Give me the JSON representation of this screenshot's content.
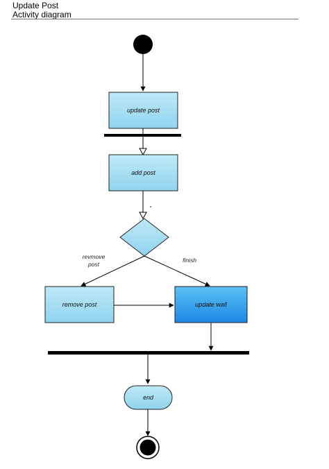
{
  "header": {
    "title": "Update Post",
    "subtitle": "Activity diagram"
  },
  "diagram": {
    "nodes": {
      "update_post": "update post",
      "add_post": "add post",
      "remove_post": "remove post",
      "update_wall": "update wall",
      "end": "end"
    },
    "edge_labels": {
      "remove_line1": "revmove",
      "remove_line2": "post",
      "finish": "finish"
    }
  }
}
